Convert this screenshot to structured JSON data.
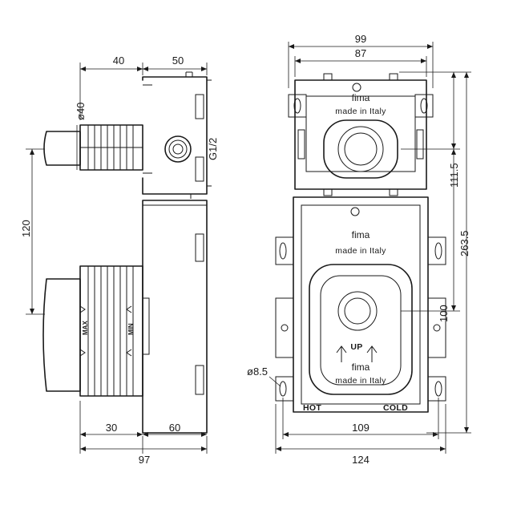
{
  "dimensions": {
    "left_top_a": "40",
    "left_top_b": "50",
    "diameter_pipe": "ø40",
    "thread": "G1/2",
    "height_120": "120",
    "bottom_30": "30",
    "bottom_60": "60",
    "bottom_97": "97",
    "top_99": "99",
    "top_87": "87",
    "right_111_5": "111.5",
    "right_263_5": "263.5",
    "right_100": "100",
    "hole_dia": "ø8.5",
    "bottom_109": "109",
    "bottom_124": "124"
  },
  "labels": {
    "brand": "fima",
    "made_in": "made in Italy",
    "up": "UP",
    "hot": "HOT",
    "cold": "COLD",
    "max": "MAX",
    "min": "MIN"
  }
}
